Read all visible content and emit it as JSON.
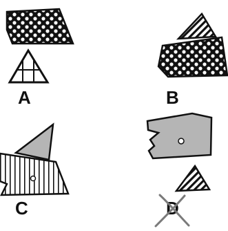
{
  "options": [
    {
      "id": "A",
      "label": "A",
      "crossed_out": false
    },
    {
      "id": "B",
      "label": "B",
      "crossed_out": false
    },
    {
      "id": "C",
      "label": "C",
      "crossed_out": false
    },
    {
      "id": "D",
      "label": "D",
      "crossed_out": true
    }
  ],
  "colors": {
    "ink": "#111111",
    "gray_fill": "#b5b5b5",
    "cross_mark": "#7a7a7a",
    "background": "#ffffff"
  },
  "patterns": [
    "checkered-circles",
    "diagonal-stripes",
    "vertical-stripes",
    "solid-gray",
    "blank"
  ]
}
